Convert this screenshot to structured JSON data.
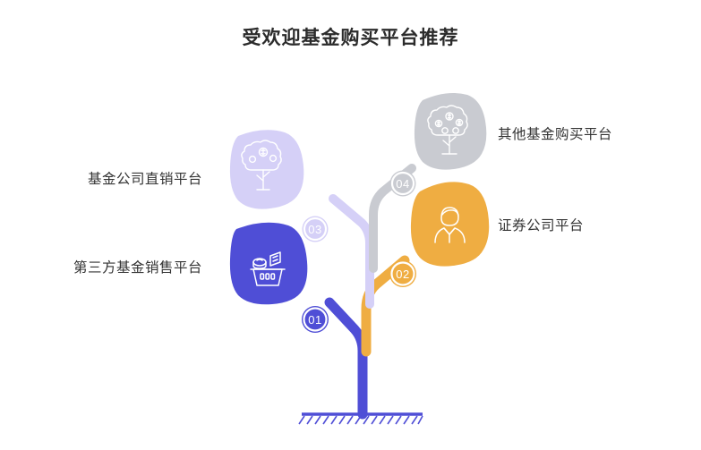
{
  "title": "受欢迎基金购买平台推荐",
  "colors": {
    "blue": "#4f4ed6",
    "lavender": "#d5d0f7",
    "orange": "#efad42",
    "gray": "#c9cbd1",
    "text": "#333333",
    "title": "#2b2b2b",
    "background": "#ffffff"
  },
  "nodes": [
    {
      "number": "01",
      "label": "第三方基金销售平台",
      "color": "#4f4ed6",
      "badge_text_color": "#4f4ed6",
      "icon": "shopping-basket-money-icon",
      "side": "left"
    },
    {
      "number": "02",
      "label": "证券公司平台",
      "color": "#efad42",
      "badge_text_color": "#efad42",
      "icon": "businessman-icon",
      "side": "right"
    },
    {
      "number": "03",
      "label": "基金公司直销平台",
      "color": "#d5d0f7",
      "badge_text_color": "#c3bcf0",
      "icon": "money-tree-icon",
      "side": "left"
    },
    {
      "number": "04",
      "label": "其他基金购买平台",
      "color": "#c9cbd1",
      "badge_text_color": "#b7b9c0",
      "icon": "money-tree-coins-icon",
      "side": "right"
    }
  ],
  "ground": {
    "name": "ground-hatch-line",
    "color": "#4f4ed6"
  }
}
